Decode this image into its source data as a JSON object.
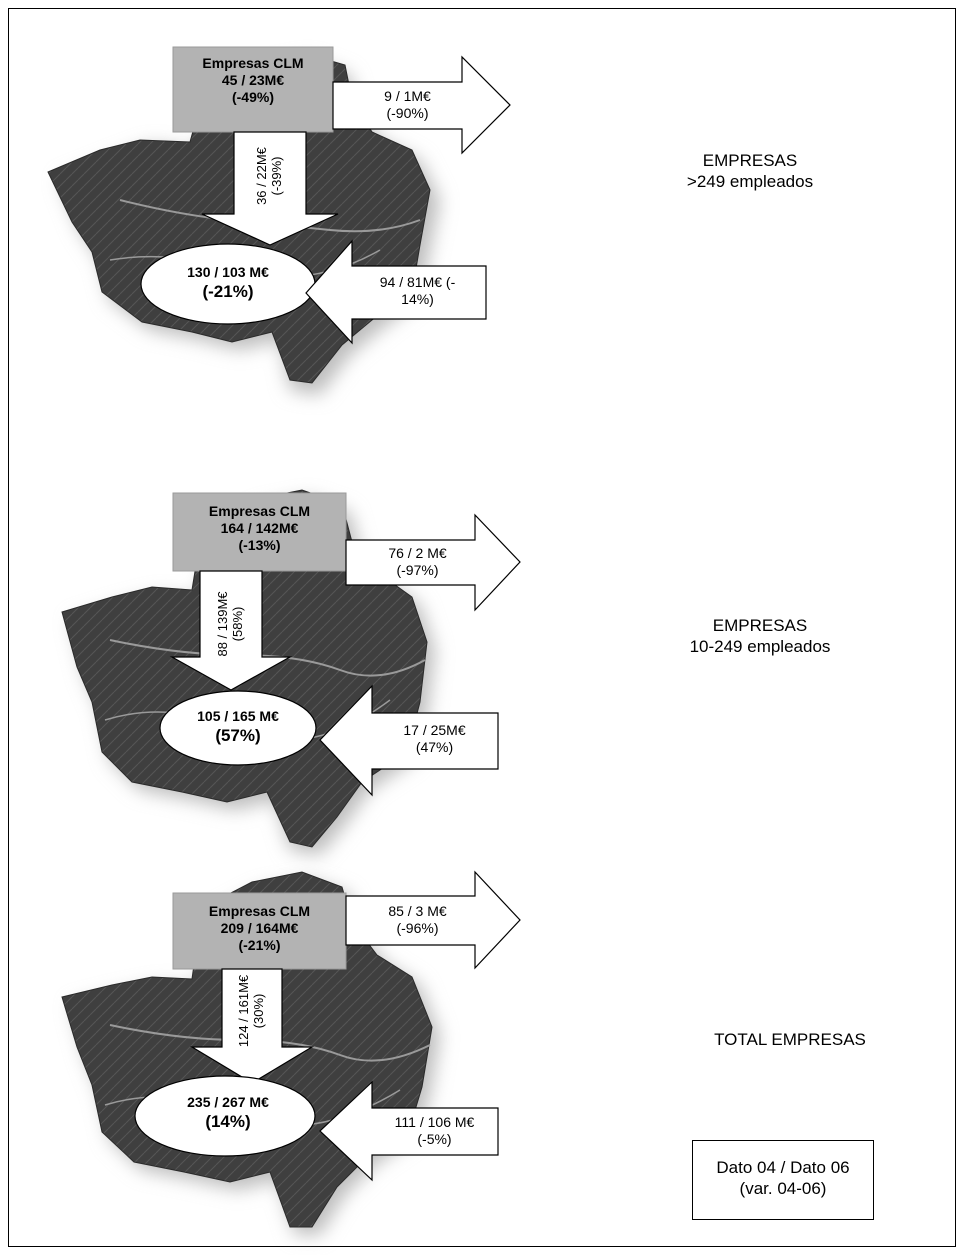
{
  "panels": [
    {
      "id": "large",
      "box": {
        "title": "Empresas CLM",
        "value": "45 / 23M€",
        "change": "(-49%)"
      },
      "out_arrow": {
        "value": "9 / 1M€",
        "change": "(-90%)"
      },
      "down_arrow": {
        "value": "36 / 22M€",
        "change": "(-39%)"
      },
      "ellipse": {
        "value": "130 / 103 M€",
        "change": "(-21%)"
      },
      "in_arrow": {
        "value": "94 / 81M€ (-",
        "change": "14%)"
      },
      "side_label": {
        "line1": "EMPRESAS",
        "line2": ">249 empleados"
      }
    },
    {
      "id": "medium",
      "box": {
        "title": "Empresas CLM",
        "value": "164 / 142M€",
        "change": "(-13%)"
      },
      "out_arrow": {
        "value": "76 / 2 M€",
        "change": "(-97%)"
      },
      "down_arrow": {
        "value": "88 / 139M€",
        "change": "(58%)"
      },
      "ellipse": {
        "value": "105 / 165 M€",
        "change": "(57%)"
      },
      "in_arrow": {
        "value": "17 / 25M€",
        "change": "(47%)"
      },
      "side_label": {
        "line1": "EMPRESAS",
        "line2": "10-249 empleados"
      }
    },
    {
      "id": "total",
      "box": {
        "title": "Empresas CLM",
        "value": "209 / 164M€",
        "change": "(-21%)"
      },
      "out_arrow": {
        "value": "85 / 3 M€",
        "change": "(-96%)"
      },
      "down_arrow": {
        "value": "124 / 161M€",
        "change": "(30%)"
      },
      "ellipse": {
        "value": "235 / 267 M€",
        "change": "(14%)"
      },
      "in_arrow": {
        "value": "111 / 106 M€",
        "change": "(-5%)"
      },
      "side_label": {
        "line1": "TOTAL EMPRESAS",
        "line2": ""
      }
    }
  ],
  "legend": {
    "line1": "Dato 04 / Dato 06",
    "line2": "(var. 04-06)"
  },
  "colors": {
    "map_fill": "#3f3f3f",
    "box_fill": "#b3b3b3",
    "shadow": "#bdbdbd"
  }
}
